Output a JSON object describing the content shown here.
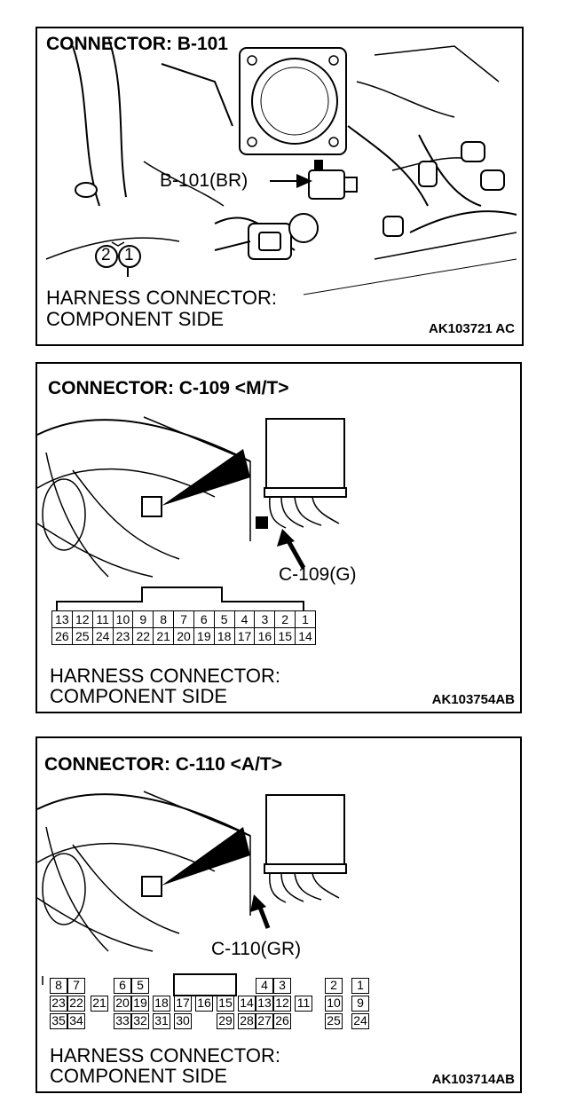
{
  "panels": [
    {
      "title": "CONNECTOR: B-101",
      "callout": "B-101(BR)",
      "pin_a": "2",
      "pin_b": "1",
      "footer_line1": "HARNESS CONNECTOR:",
      "footer_line2": "COMPONENT SIDE",
      "code": "AK103721 AC"
    },
    {
      "title": "CONNECTOR: C-109 <M/T>",
      "callout": "C-109(G)",
      "row1": [
        "13",
        "12",
        "11",
        "10",
        "9",
        "8",
        "7",
        "6",
        "5",
        "4",
        "3",
        "2",
        "1"
      ],
      "row2": [
        "26",
        "25",
        "24",
        "23",
        "22",
        "21",
        "20",
        "19",
        "18",
        "17",
        "16",
        "15",
        "14"
      ],
      "footer_line1": "HARNESS CONNECTOR:",
      "footer_line2": "COMPONENT SIDE",
      "code": "AK103754AB"
    },
    {
      "title": "CONNECTOR: C-110 <A/T>",
      "callout": "C-110(GR)",
      "pins": [
        "8",
        "7",
        "6",
        "5",
        "4",
        "3",
        "2",
        "1",
        "23",
        "22",
        "21",
        "20",
        "19",
        "18",
        "17",
        "16",
        "15",
        "14",
        "13",
        "12",
        "11",
        "10",
        "9",
        "35",
        "34",
        "33",
        "32",
        "31",
        "30",
        "29",
        "28",
        "27",
        "26",
        "25",
        "24"
      ],
      "footer_line1": "HARNESS CONNECTOR:",
      "footer_line2": "COMPONENT SIDE",
      "code": "AK103714AB"
    }
  ]
}
